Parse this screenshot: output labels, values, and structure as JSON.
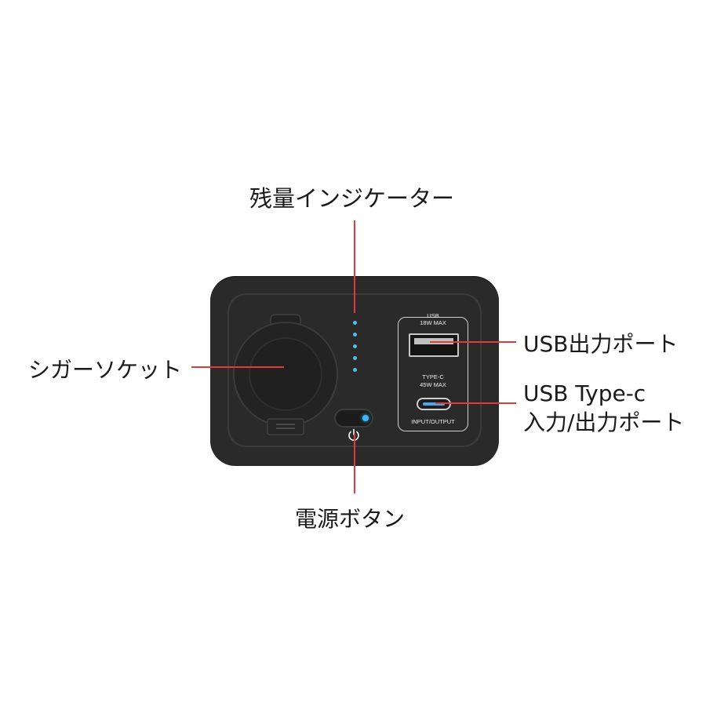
{
  "labels": {
    "indicator": "残量インジケーター",
    "cigar_socket": "シガーソケット",
    "usb_output": "USB出力ポート",
    "typec_line1": "USB Type-c",
    "typec_line2": "入力/出力ポート",
    "power_button": "電源ボタン"
  },
  "device": {
    "usb_title": "USB",
    "usb_rating": "18W MAX",
    "typec_title": "TYPE-C",
    "typec_rating": "45W MAX",
    "typec_mode": "INPUT/OUTPUT",
    "indicator_led_count": 5
  },
  "colors": {
    "callout_line": "#e03a3a",
    "led": "#4cc4f0",
    "device_body": "#2a2a2a"
  },
  "icons": [
    "power-icon",
    "cigarette-socket-icon",
    "usb-a-port-icon",
    "usb-c-port-icon"
  ]
}
